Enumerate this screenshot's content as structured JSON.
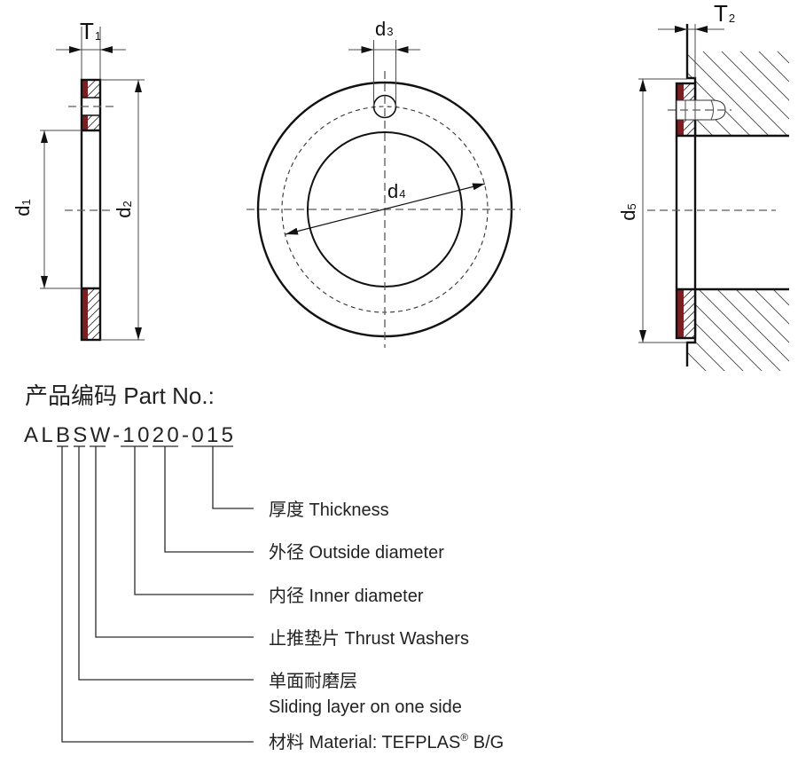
{
  "colors": {
    "sliding_layer": "#7b1f22"
  },
  "side_view": {
    "thickness": {
      "symbol": "T",
      "index": "1"
    },
    "inner_diameter": {
      "symbol": "d",
      "index": "1"
    },
    "outer_diameter": {
      "symbol": "d",
      "index": "2"
    }
  },
  "front_view": {
    "hole_diameter": {
      "symbol": "d",
      "index": "3"
    },
    "hole_circle_diameter": {
      "symbol": "d",
      "index": "4"
    }
  },
  "installed_view": {
    "thickness": {
      "symbol": "T",
      "index": "2"
    },
    "recess_diameter": {
      "symbol": "d",
      "index": "5"
    }
  },
  "part_number": {
    "heading": "产品编码 Part No.:",
    "code": "ALBSW-1020-015",
    "callouts": [
      {
        "text": "厚度 Thickness"
      },
      {
        "text": "外径 Outside diameter"
      },
      {
        "text": "内径 Inner diameter"
      },
      {
        "text": "止推垫片 Thrust Washers"
      },
      {
        "text": "单面耐磨层",
        "text_line2": "Sliding layer on one side"
      },
      {
        "text": "材料 Material: TEFPLAS",
        "superscript": "®",
        "text_after": " B/G"
      }
    ]
  }
}
